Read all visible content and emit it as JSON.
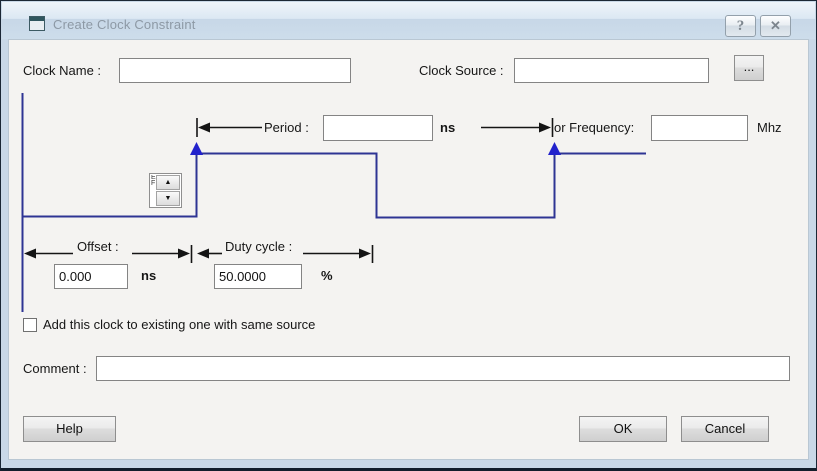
{
  "window": {
    "title": "Create Clock Constraint",
    "help_glyph": "?",
    "close_glyph": "✕"
  },
  "fields": {
    "clock_name": {
      "label": "Clock Name :",
      "value": ""
    },
    "clock_source": {
      "label": "Clock Source :",
      "value": "",
      "browse_label": "..."
    },
    "period": {
      "label": "Period :",
      "value": "",
      "unit": "ns"
    },
    "frequency": {
      "label": "or Frequency:",
      "value": "",
      "unit": "Mhz"
    },
    "offset": {
      "label": "Offset :",
      "value": "0.000",
      "unit": "ns"
    },
    "duty_cycle": {
      "label": "Duty cycle :",
      "value": "50.0000",
      "unit": "%"
    },
    "comment": {
      "label": "Comment :",
      "value": ""
    }
  },
  "checkbox": {
    "label": "Add this clock to existing one with same source",
    "checked": false
  },
  "spinner": {
    "up_glyph": "▲",
    "down_glyph": "▼"
  },
  "buttons": {
    "help": "Help",
    "ok": "OK",
    "cancel": "Cancel"
  },
  "colors": {
    "waveform_line": "#2e3494",
    "waveform_arrow": "#2222cc",
    "dimension_line": "#141414",
    "dialog_bg": "#f4f3f1",
    "titlebar_text": "#8d99a5"
  }
}
